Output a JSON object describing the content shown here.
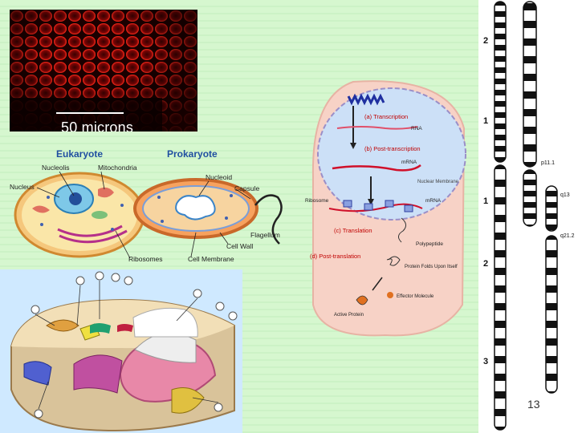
{
  "micrograph": {
    "scale_label": "50 microns"
  },
  "cell_types": {
    "eukaryote_title": "Eukaryote",
    "prokaryote_title": "Prokaryote",
    "labels": {
      "nucleolis": "Nucleolis",
      "mitochondria": "Mitochondria",
      "nucleus": "Nucleus",
      "ribosomes": "Ribosomes",
      "nucleoid": "Nucleoid",
      "capsule": "Capsule",
      "flagellum": "Flagellum",
      "cell_wall": "Cell Wall",
      "cell_membrane": "Cell Membrane"
    }
  },
  "protein_synthesis": {
    "transcription": "(a) Transcription",
    "rna": "RNA",
    "post_transcription": "(b) Post-transcription",
    "mrna": "mRNA",
    "nuclear_membrane": "Nuclear Membrane",
    "ribosome": "Ribosome",
    "mrna2": "mRNA",
    "translation": "(c) Translation",
    "polypeptide": "Polypeptide",
    "post_translation": "(d) Post-translation",
    "protein_folds": "Protein Folds Upon Itself",
    "effector": "Effector Molecule",
    "active_protein": "Active Protein"
  },
  "chromosome": {
    "arm_numbers": [
      "2",
      "1",
      "1",
      "2",
      "3"
    ],
    "band_p111": "p11.1",
    "band_q13": "q13",
    "band_q212": "q21.2"
  },
  "page_number": "13",
  "colors": {
    "background": "#d6f7cf",
    "micrograph_red": "#e01818",
    "protein_bg": "#f7d2c6",
    "nucleus_blue": "#cce0f7"
  }
}
